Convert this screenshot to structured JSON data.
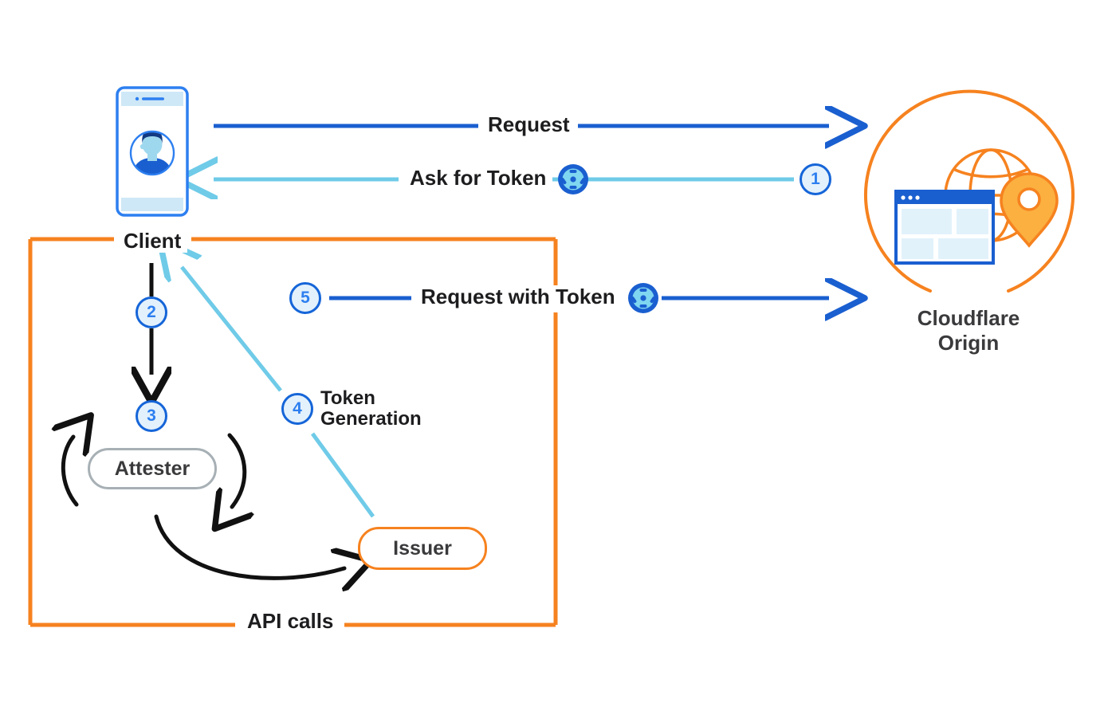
{
  "diagram": {
    "title": "Privacy Pass token issuance and redemption flow",
    "colors": {
      "blue": "#1a5fd0",
      "bright_blue": "#2d7ff0",
      "cyan": "#6fcbe8",
      "orange": "#f6821f",
      "gray": "#a7b0b5",
      "black": "#111111",
      "light_blue_fill": "#e3f1fc"
    }
  },
  "nodes": {
    "client": {
      "label": "Client",
      "icon": "mobile-phone-with-user-avatar-icon"
    },
    "attester": {
      "label": "Attester"
    },
    "issuer": {
      "label": "Issuer"
    },
    "origin": {
      "label_line1": "Cloudflare",
      "label_line2": "Origin",
      "icon": "globe-with-browser-window-and-map-pin-icon"
    }
  },
  "boundary": {
    "top_label": "Client",
    "bottom_label": "API calls"
  },
  "flows": [
    {
      "id": "request",
      "label": "Request",
      "from": "client",
      "to": "origin",
      "color": "#1a5fd0",
      "step": null,
      "has_token_badge": false
    },
    {
      "id": "ask-for-token",
      "label": "Ask for Token",
      "from": "origin",
      "to": "client",
      "color": "#6fcbe8",
      "step": "1",
      "has_token_badge": true
    },
    {
      "id": "client-to-attester",
      "label": "",
      "from": "client",
      "to": "attester",
      "color": "#111111",
      "step": "2",
      "has_token_badge": false
    },
    {
      "id": "attestation",
      "label": "",
      "from": "attester",
      "to": "attester",
      "color": "#111111",
      "step": "3",
      "has_token_badge": false
    },
    {
      "id": "token-generation",
      "label_line1": "Token",
      "label_line2": "Generation",
      "from": "issuer",
      "to": "client",
      "color": "#6fcbe8",
      "step": "4",
      "has_token_badge": false
    },
    {
      "id": "request-with-token",
      "label": "Request with Token",
      "from": "client",
      "to": "origin",
      "color": "#1a5fd0",
      "step": "5",
      "has_token_badge": true
    }
  ],
  "steps": {
    "one": "1",
    "two": "2",
    "three": "3",
    "four": "4",
    "five": "5"
  },
  "labels": {
    "request": "Request",
    "ask_for_token": "Ask for Token",
    "request_with_token": "Request with Token",
    "token_generation_line1": "Token",
    "token_generation_line2": "Generation",
    "api_calls": "API calls",
    "client": "Client",
    "attester": "Attester",
    "issuer": "Issuer",
    "origin_line1": "Cloudflare",
    "origin_line2": "Origin"
  }
}
